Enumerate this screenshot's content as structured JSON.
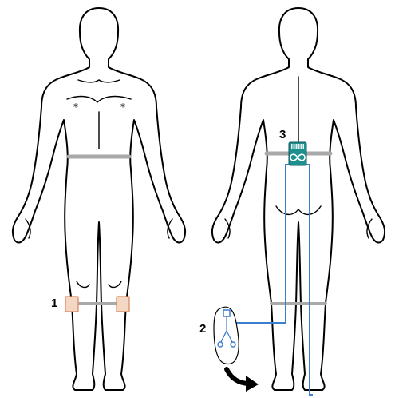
{
  "labels": {
    "knee_sensors": "1",
    "foot_sensor": "2",
    "controller": "3"
  },
  "colors": {
    "outline": "#000000",
    "strap": "#a9a9a9",
    "wire": "#3b7fd0",
    "pad_fill": "#f3d7c3",
    "pad_stroke": "#d9865a",
    "board": "#1d8f8f"
  },
  "icons": {
    "controller_logo": "infinity-logo-icon",
    "direction_arrow": "curved-arrow-icon"
  }
}
